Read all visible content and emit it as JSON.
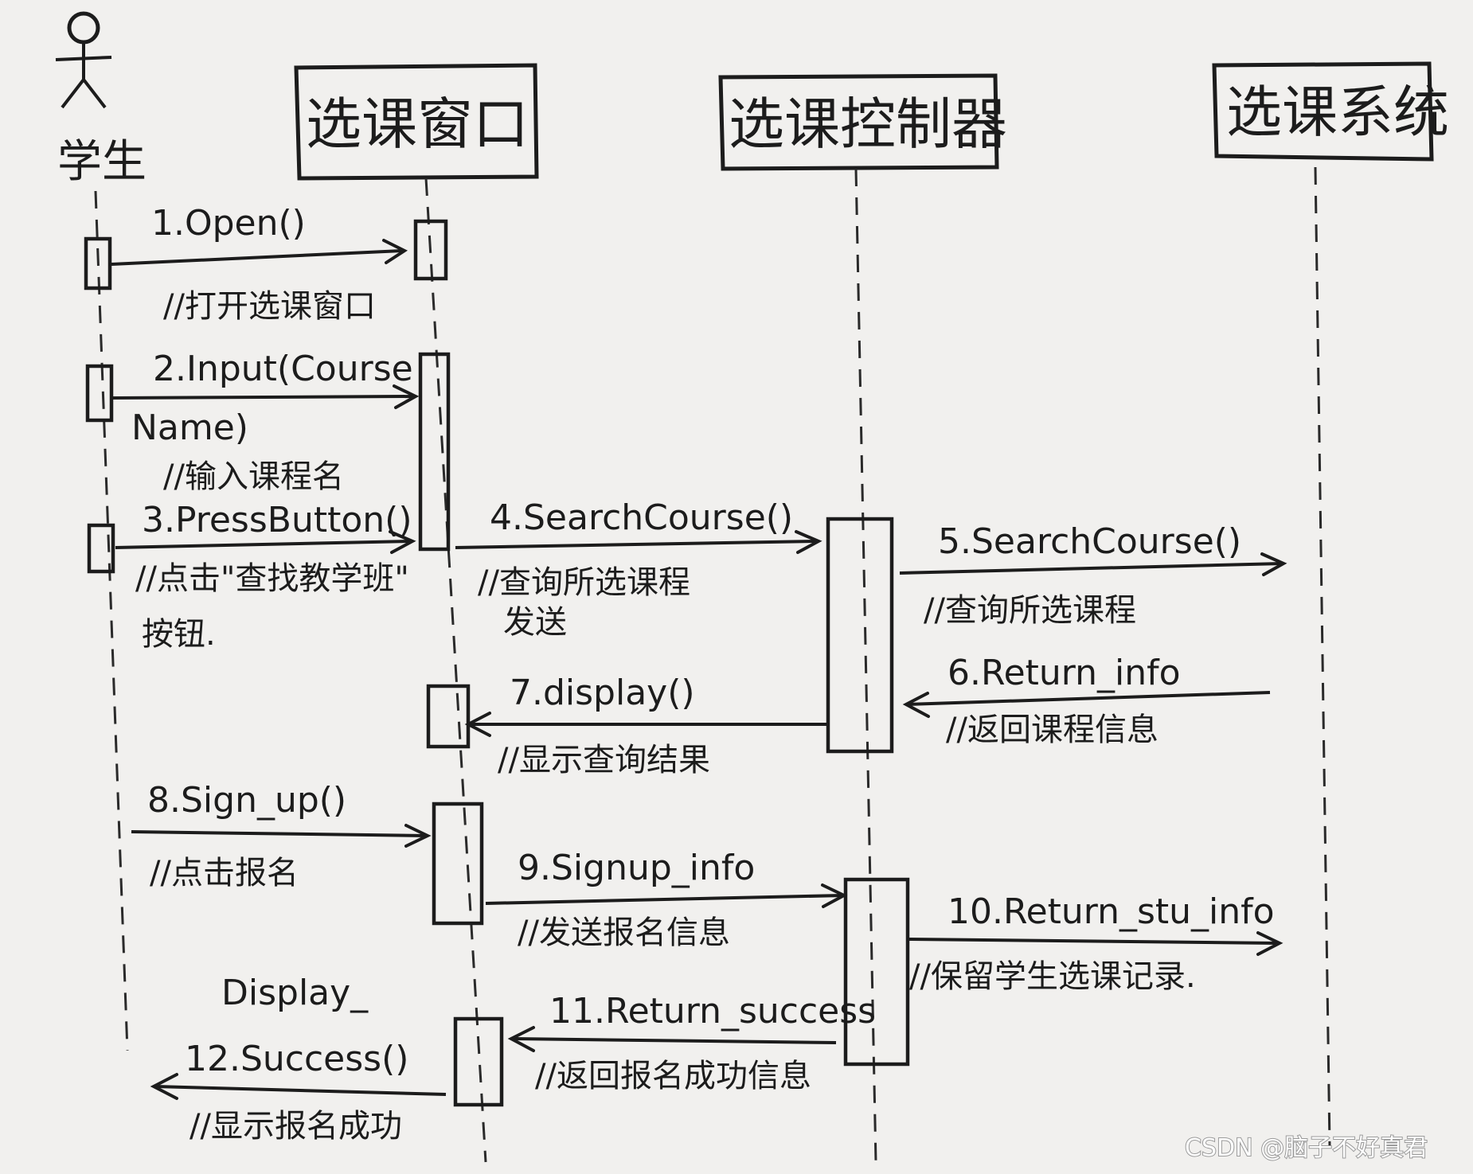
{
  "actor": {
    "label": "学生"
  },
  "objects": [
    {
      "id": "window",
      "label": "选课窗口"
    },
    {
      "id": "controller",
      "label": "选课控制器"
    },
    {
      "id": "system",
      "label": "选课系统"
    }
  ],
  "messages": [
    {
      "id": "m1",
      "label": "1.Open()",
      "note": "//打开选课窗口"
    },
    {
      "id": "m2",
      "label": "2.Input(Course",
      "label2": "Name)",
      "note": "//输入课程名"
    },
    {
      "id": "m3",
      "label": "3.PressButton()",
      "note": "//点击\"查找教学班\"",
      "note2": "按钮."
    },
    {
      "id": "m4",
      "label": "4.SearchCourse()",
      "note": "//查询所选课程",
      "note2": "发送"
    },
    {
      "id": "m5",
      "label": "5.SearchCourse()",
      "note": "//查询所选课程"
    },
    {
      "id": "m6",
      "label": "6.Return_info",
      "note": "//返回课程信息"
    },
    {
      "id": "m7",
      "label": "7.display()",
      "note": "//显示查询结果"
    },
    {
      "id": "m8",
      "label": "8.Sign_up()",
      "note": "//点击报名"
    },
    {
      "id": "m9",
      "label": "9.Signup_info",
      "note": "//发送报名信息"
    },
    {
      "id": "m10",
      "label": "10.Return_stu_info",
      "note": "//保留学生选课记录."
    },
    {
      "id": "m11",
      "label": "11.Return_success",
      "note": "//返回报名成功信息"
    },
    {
      "id": "m12",
      "label": "12.Success()",
      "label_top": "Display_",
      "note": "//显示报名成功"
    }
  ],
  "watermark": "CSDN @脑子不好真君"
}
